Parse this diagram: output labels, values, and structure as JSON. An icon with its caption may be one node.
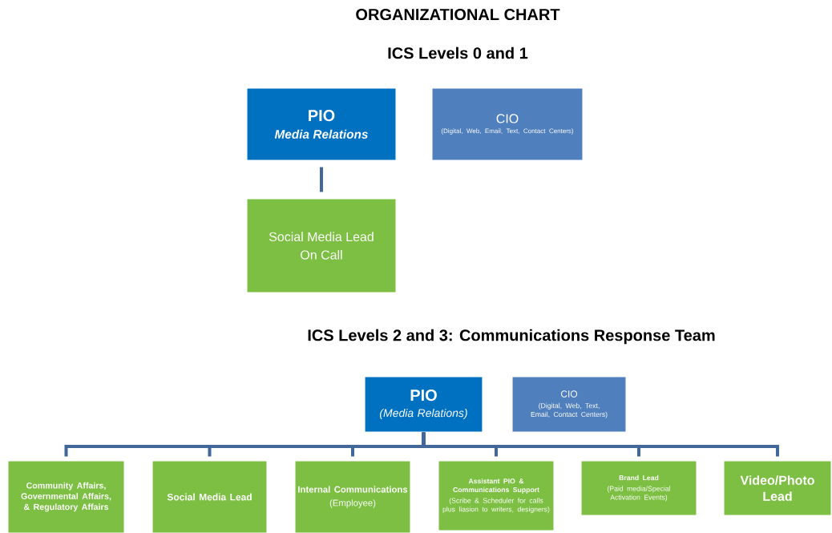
{
  "diagram": {
    "title": "ORGANIZATIONAL CHART",
    "nodes": [
      {
        "text": [
          "PIO",
          "Media Relations"
        ]
      },
      {
        "text": [
          "CIO",
          "(Digital, Web, Email, Text, Contact Centers)"
        ]
      },
      {
        "text": [
          "Social Media Lead",
          "On Call"
        ]
      },
      {
        "text": [
          "PIO",
          "(Media Relations)"
        ]
      },
      {
        "text": [
          "CIO",
          "(Digital, Web, Text, Email, Contact Centers)"
        ]
      },
      {
        "text": [
          "Community Affairs, Governmental Affairs, & Regulatory Affairs"
        ]
      },
      {
        "text": [
          "Social Media Lead"
        ]
      },
      {
        "text": [
          "Internal Communications",
          "(Employee)"
        ]
      },
      {
        "text": [
          "Assistant PIO & Communications Support",
          "(Scribe & Scheduler for calls plus liasion to writers, designers)"
        ]
      },
      {
        "text": [
          "Brand Lead",
          "(Paid media/Special Activation Events)"
        ]
      },
      {
        "text": [
          "Video/Photo Lead"
        ]
      }
    ],
    "edges": [
      {
        "from": 0,
        "to": 2,
        "arrow": "none"
      },
      {
        "from": 3,
        "to": 5,
        "arrow": "none"
      },
      {
        "from": 3,
        "to": 6,
        "arrow": "none"
      },
      {
        "from": 3,
        "to": 7,
        "arrow": "none"
      },
      {
        "from": 3,
        "to": 8,
        "arrow": "none"
      },
      {
        "from": 3,
        "to": 9,
        "arrow": "none"
      },
      {
        "from": 3,
        "to": 10,
        "arrow": "none"
      }
    ],
    "labels": [
      "ICS Levels 0 and 1",
      "ICS Levels 2 and 3: Communications Response Team"
    ]
  }
}
